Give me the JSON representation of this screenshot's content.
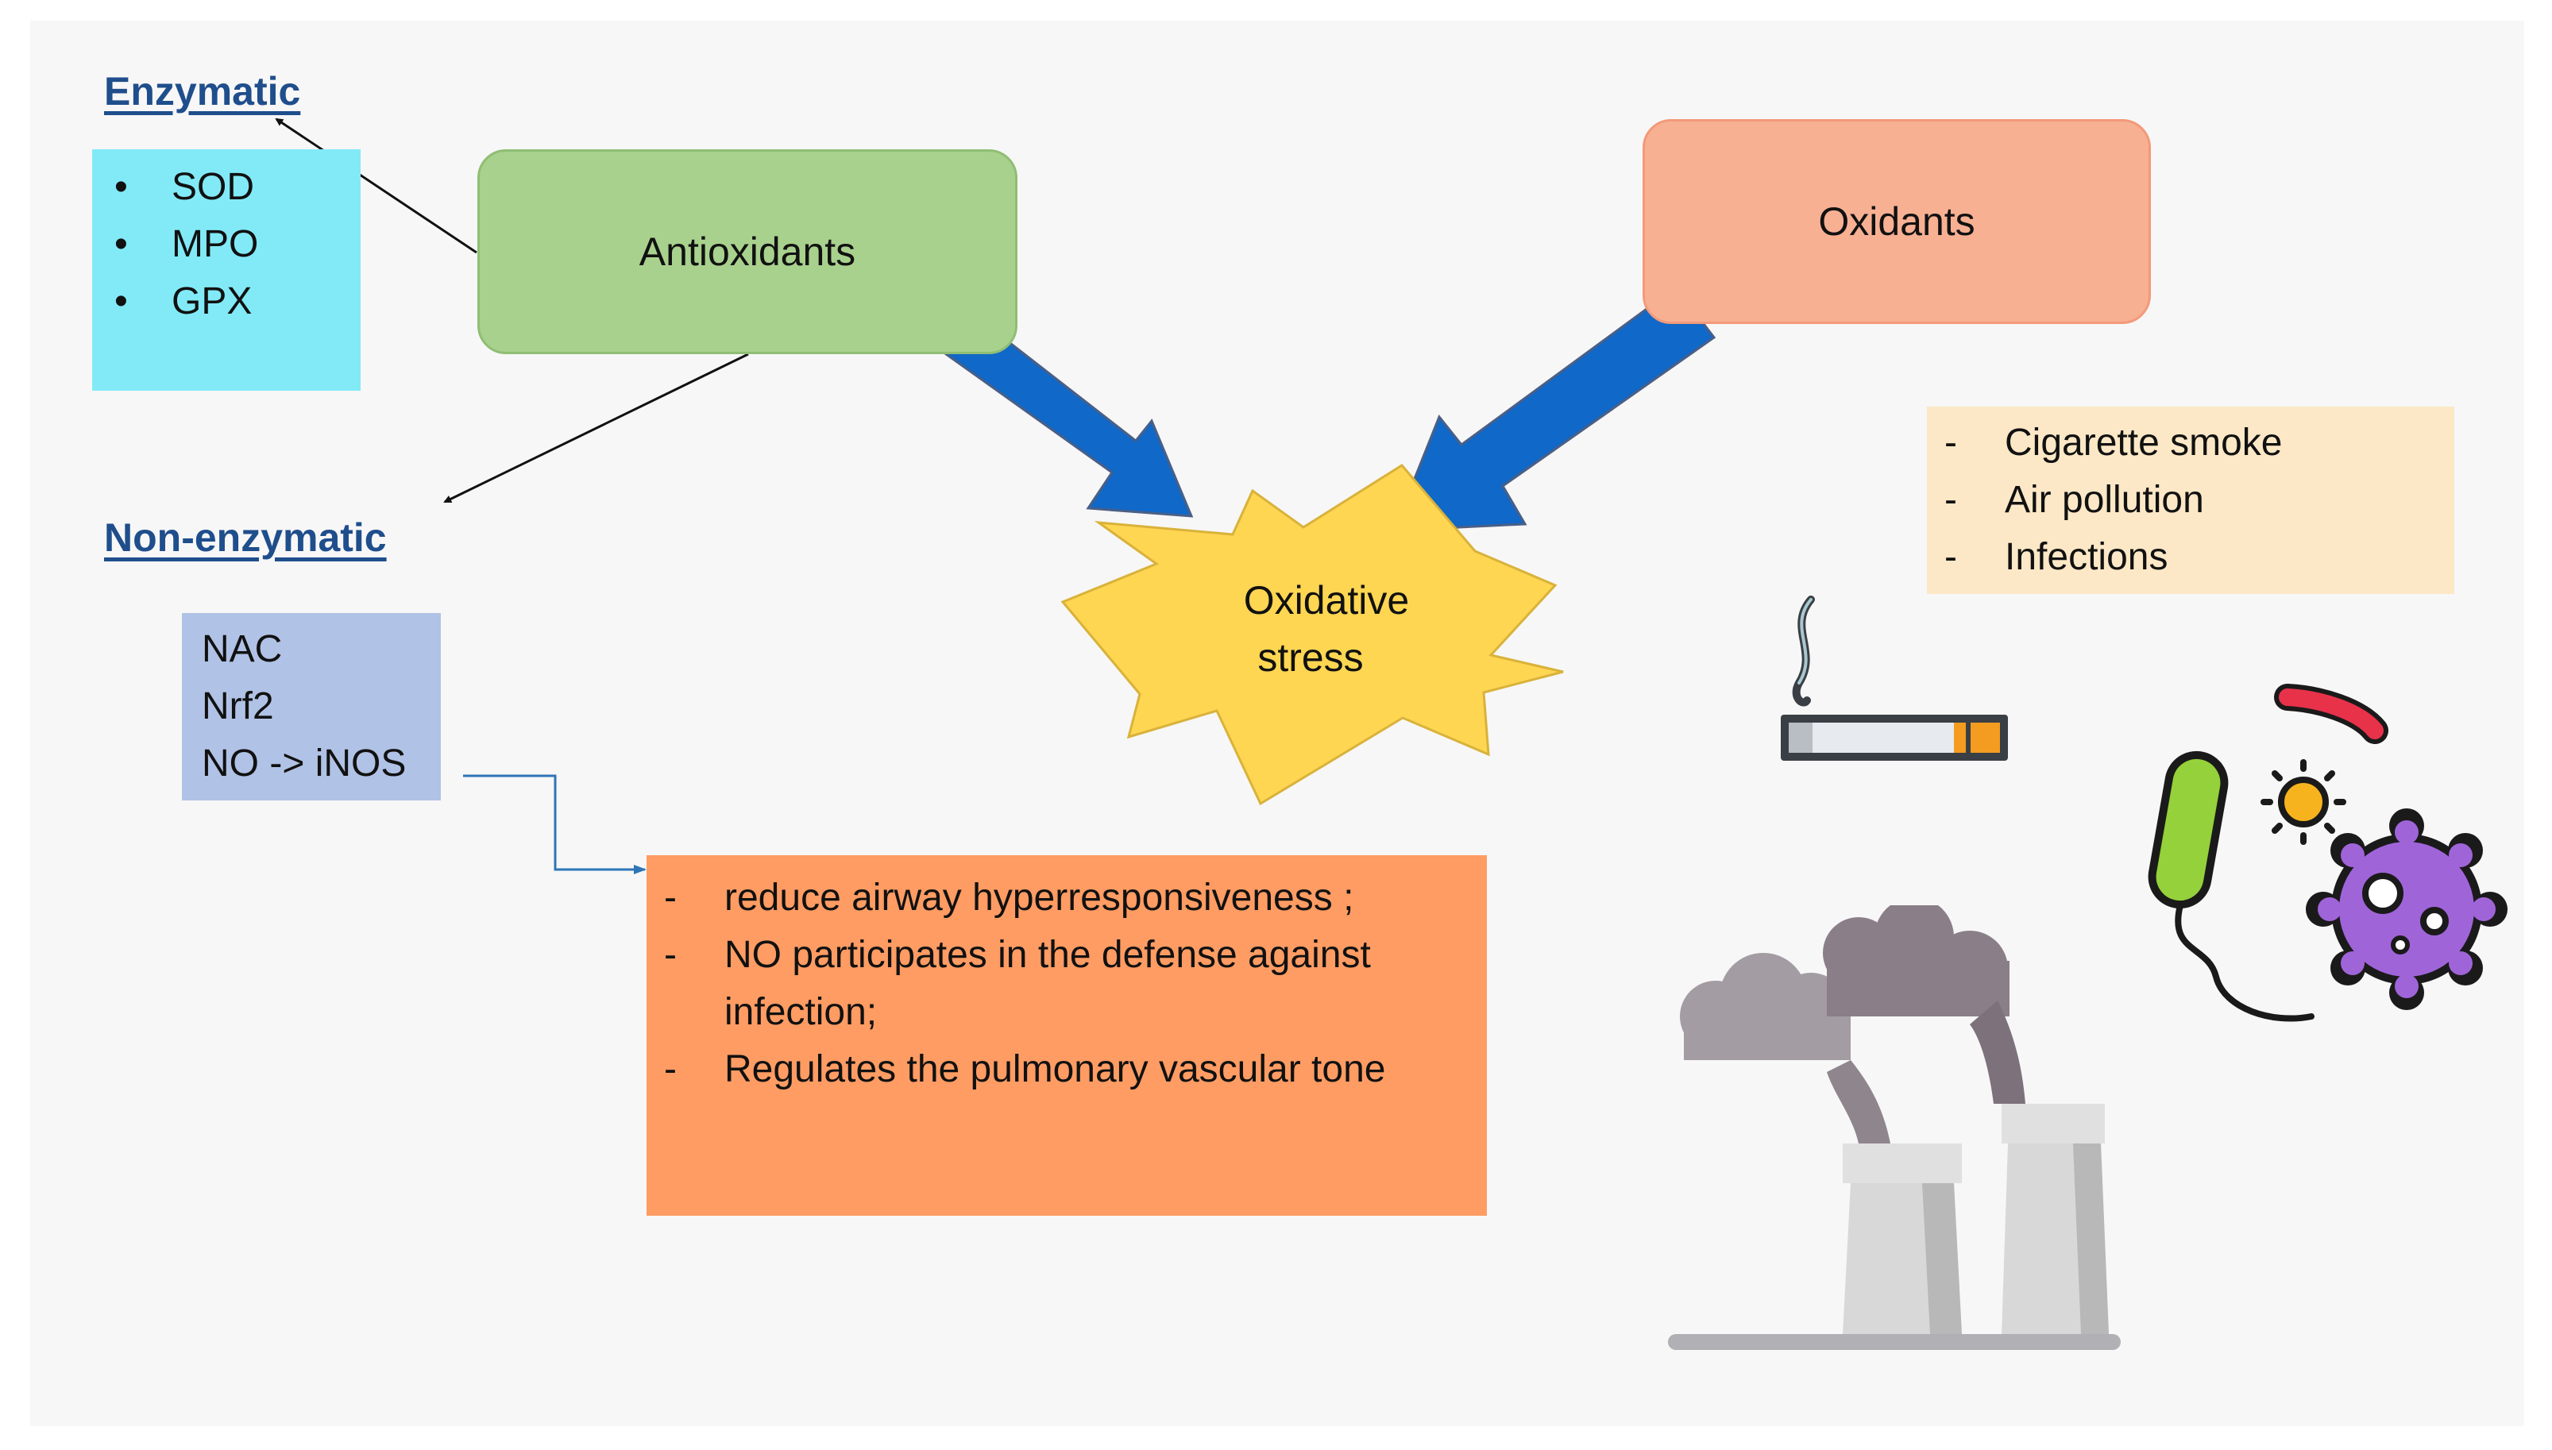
{
  "enzymatic": {
    "heading": "Enzymatic",
    "items": [
      "SOD",
      "MPO",
      "GPX"
    ]
  },
  "non_enzymatic": {
    "heading": "Non-enzymatic",
    "items": [
      "NAC",
      "Nrf2",
      "NO -> iNOS"
    ]
  },
  "antioxidants": {
    "label": "Antioxidants"
  },
  "oxidants": {
    "label": "Oxidants"
  },
  "oxidative_stress": {
    "line1": "Oxidative",
    "line2": "stress"
  },
  "sources": {
    "items": [
      "Cigarette smoke",
      "Air pollution",
      "Infections"
    ]
  },
  "effects": {
    "items": [
      "reduce airway hyperresponsiveness ;",
      "NO participates in the defense against infection;",
      "Regulates the pulmonary vascular tone"
    ]
  },
  "colors": {
    "antioxidants": "#a9d18e",
    "oxidants": "#f8b093",
    "enzymatic_box": "#82eaf7",
    "non_enzymatic_box": "#b0c2e5",
    "sources_box": "#fce8c6",
    "effects_box": "#ff9c63",
    "arrow": "#1068c8",
    "star": "#ffd652"
  },
  "icons": [
    "cigarette-icon",
    "factory-smoke-icon",
    "bacteria-virus-icon"
  ]
}
